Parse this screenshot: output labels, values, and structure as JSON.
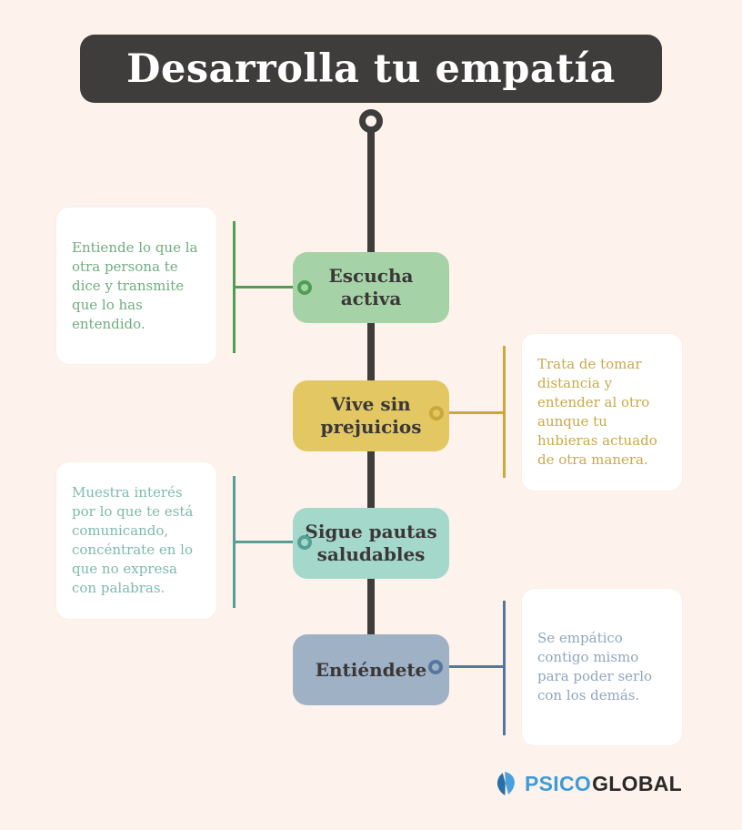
{
  "page": {
    "background": "#fdf3ec"
  },
  "title": {
    "text": "Desarrolla tu empatía",
    "background": "#3f3c3c",
    "color": "#ffffff"
  },
  "timeline": {
    "color": "#3f3c3c"
  },
  "steps": [
    {
      "label": "Escucha activa",
      "description": "Entiende lo que la otra persona te dice y transmite que lo has entendido.",
      "side": "left",
      "box_color": "#a5d3a7",
      "label_color": "#3b3737",
      "accent_color": "#4f9e53",
      "text_color": "#6fae7e"
    },
    {
      "label": "Vive sin prejuicios",
      "description": "Trata de tomar distancia y entender al otro aunque tu hubieras actuado de otra manera.",
      "side": "right",
      "box_color": "#e2c762",
      "label_color": "#3b3737",
      "accent_color": "#c9a83b",
      "text_color": "#c9a94a"
    },
    {
      "label": "Sigue pautas saludables",
      "description": "Muestra interés por lo que te está comunicando, concéntrate en lo que no expresa con palabras.",
      "side": "left",
      "box_color": "#a4d8cb",
      "label_color": "#3b3737",
      "accent_color": "#55a094",
      "text_color": "#7cbcab"
    },
    {
      "label": "Entiéndete",
      "description": "Se empático contigo mismo para poder serlo con los demás.",
      "side": "right",
      "box_color": "#9fb1c5",
      "label_color": "#3b3737",
      "accent_color": "#55779f",
      "text_color": "#90a6bf"
    }
  ],
  "logo": {
    "brand_primary": "PSICO",
    "brand_secondary": "GLOBAL",
    "primary_color": "#3f9bd8",
    "secondary_color": "#2b2a29",
    "icon_dark_color": "#2a6ea9",
    "icon_light_color": "#4aa0dc"
  }
}
